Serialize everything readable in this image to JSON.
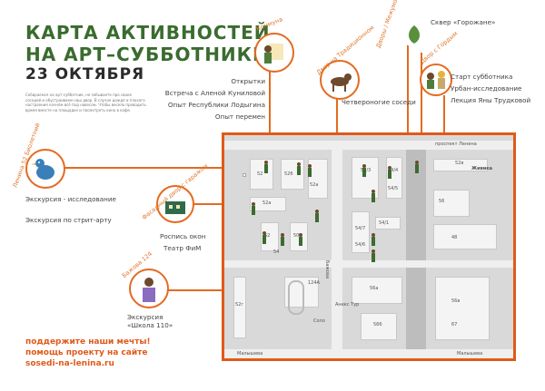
{
  "title": {
    "line1": "КАРТА АКТИВНОСТЕЙ",
    "line2": "НА АРТ–СУББОТНИКЕ",
    "date": "23 ОКТЯБРЯ"
  },
  "intro_text": "Собираемся на арт-субботник, не забываете про своих соседей и обустраиваем наш двор. В случае дождя и плохого настроения начнём всё под навесом. Чтобы весело проводить время вместе на площадке и посмотреть кино в кафе.",
  "stations": {
    "kommuna": {
      "tag": "Коммуна",
      "items": [
        "Открытки",
        "Встреча с Аленой Куниловой",
        "Опыт Республики Лодыгина",
        "Опыт перемен"
      ]
    },
    "dom_traditions": {
      "tag": "Двор на Традиционном",
      "items": [
        "Четвероногие соседи"
      ]
    },
    "dom_mezhdu": {
      "tag": "Дворы / Межумок",
      "items": []
    },
    "skver": {
      "tag": "Сквер",
      "items": [
        "Сквер «Горожане»"
      ]
    },
    "dvor_sobora": {
      "tag": "Двор с Гордым",
      "items": [
        "Старт субботника",
        "Урбан-исследование",
        "Лекция Яны Трудковой"
      ]
    },
    "lenina": {
      "tag": "Ленина 52 Биолетний",
      "items": [
        "Экскурсия - исследование",
        "Экскурсия по стрит-арту"
      ]
    },
    "dvor_garage": {
      "tag": "Фасадный двор с гаражом",
      "items": [
        "Роспись окон",
        "Театр ФиМ"
      ]
    },
    "bazhova": {
      "tag": "Бажова 124",
      "items": [
        "Экскурсия «Школа 110»"
      ]
    }
  },
  "call_to_action": {
    "line1": "поддержите наши мечты!",
    "line2": "помощь проекту на сайте",
    "line3": "sosedi-na-lenina.ru"
  },
  "map": {
    "streets": {
      "top": "проспект Ленина",
      "bottom_left": "Малышева",
      "bottom_right": "Малышева",
      "vertical": "Бажова"
    },
    "places": {
      "zhivika": "Живика",
      "aneks": "Анекс Тур",
      "solo": "Соло"
    },
    "house_numbers": [
      "52",
      "52б",
      "52а",
      "52",
      "50",
      "54/3",
      "54/4",
      "54/5",
      "54/7",
      "54/1",
      "54/6",
      "52а",
      "56",
      "52в",
      "52г",
      "48",
      "124А",
      "56а",
      "56б",
      "56в",
      "67",
      "54"
    ]
  },
  "colors": {
    "accent": "#e05a1a",
    "title_green": "#3a6b2f",
    "map_bg": "#d9d9d9"
  }
}
